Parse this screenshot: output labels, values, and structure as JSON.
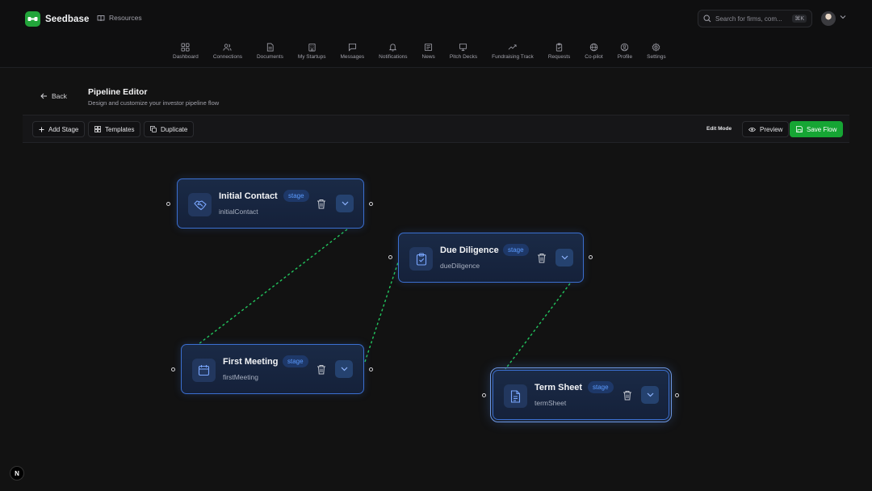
{
  "brand": {
    "name": "Seedbase"
  },
  "header": {
    "resources_label": "Resources",
    "search_placeholder": "Search for firms, com...",
    "search_shortcut": "⌘K"
  },
  "nav": [
    {
      "label": "Dashboard",
      "icon": "dashboard-icon"
    },
    {
      "label": "Connections",
      "icon": "users-icon"
    },
    {
      "label": "Documents",
      "icon": "document-icon"
    },
    {
      "label": "My Startups",
      "icon": "building-icon"
    },
    {
      "label": "Messages",
      "icon": "message-icon"
    },
    {
      "label": "Notifications",
      "icon": "bell-icon"
    },
    {
      "label": "News",
      "icon": "newspaper-icon"
    },
    {
      "label": "Pitch Decks",
      "icon": "presentation-icon"
    },
    {
      "label": "Fundraising Track",
      "icon": "trend-icon"
    },
    {
      "label": "Requests",
      "icon": "clipboard-icon"
    },
    {
      "label": "Co-pilot",
      "icon": "globe-icon"
    },
    {
      "label": "Profile",
      "icon": "profile-icon"
    },
    {
      "label": "Settings",
      "icon": "gear-icon"
    }
  ],
  "page": {
    "back_label": "Back",
    "title": "Pipeline Editor",
    "subtitle": "Design and customize your investor pipeline flow"
  },
  "toolbar": {
    "add_stage": "Add Stage",
    "templates": "Templates",
    "duplicate": "Duplicate",
    "edit_mode": "Edit Mode",
    "preview": "Preview",
    "save_flow": "Save Flow"
  },
  "nodes": [
    {
      "title": "Initial Contact",
      "badge": "stage",
      "id": "initialContact",
      "icon": "handshake-icon"
    },
    {
      "title": "Due Diligence",
      "badge": "stage",
      "id": "dueDiligence",
      "icon": "clipboard-check-icon"
    },
    {
      "title": "First Meeting",
      "badge": "stage",
      "id": "firstMeeting",
      "icon": "calendar-icon"
    },
    {
      "title": "Term Sheet",
      "badge": "stage",
      "id": "termSheet",
      "icon": "file-text-icon",
      "selected": true
    }
  ],
  "colors": {
    "accent": "#16a534",
    "node_border": "#3b6fd0",
    "badge_text": "#5b9bff",
    "edge": "#22c55e"
  },
  "dev_badge": "N"
}
